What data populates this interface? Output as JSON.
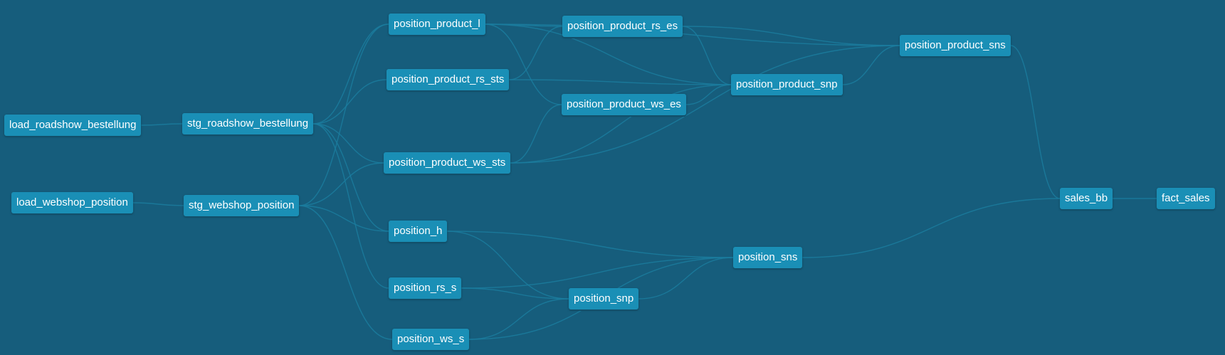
{
  "nodes": [
    {
      "id": "load_roadshow_bestellung",
      "label": "load_roadshow_bestellung"
    },
    {
      "id": "load_webshop_position",
      "label": "load_webshop_position"
    },
    {
      "id": "stg_roadshow_bestellung",
      "label": "stg_roadshow_bestellung"
    },
    {
      "id": "stg_webshop_position",
      "label": "stg_webshop_position"
    },
    {
      "id": "position_product_l",
      "label": "position_product_l"
    },
    {
      "id": "position_product_rs_sts",
      "label": "position_product_rs_sts"
    },
    {
      "id": "position_product_ws_sts",
      "label": "position_product_ws_sts"
    },
    {
      "id": "position_h",
      "label": "position_h"
    },
    {
      "id": "position_rs_s",
      "label": "position_rs_s"
    },
    {
      "id": "position_ws_s",
      "label": "position_ws_s"
    },
    {
      "id": "position_product_rs_es",
      "label": "position_product_rs_es"
    },
    {
      "id": "position_product_ws_es",
      "label": "position_product_ws_es"
    },
    {
      "id": "position_snp",
      "label": "position_snp"
    },
    {
      "id": "position_product_snp",
      "label": "position_product_snp"
    },
    {
      "id": "position_sns",
      "label": "position_sns"
    },
    {
      "id": "position_product_sns",
      "label": "position_product_sns"
    },
    {
      "id": "sales_bb",
      "label": "sales_bb"
    },
    {
      "id": "fact_sales",
      "label": "fact_sales"
    }
  ],
  "edges": [
    [
      "load_roadshow_bestellung",
      "stg_roadshow_bestellung"
    ],
    [
      "load_webshop_position",
      "stg_webshop_position"
    ],
    [
      "stg_roadshow_bestellung",
      "position_product_l"
    ],
    [
      "stg_roadshow_bestellung",
      "position_product_rs_sts"
    ],
    [
      "stg_roadshow_bestellung",
      "position_product_ws_sts"
    ],
    [
      "stg_roadshow_bestellung",
      "position_h"
    ],
    [
      "stg_roadshow_bestellung",
      "position_rs_s"
    ],
    [
      "stg_webshop_position",
      "position_product_l"
    ],
    [
      "stg_webshop_position",
      "position_product_ws_sts"
    ],
    [
      "stg_webshop_position",
      "position_h"
    ],
    [
      "stg_webshop_position",
      "position_ws_s"
    ],
    [
      "position_product_l",
      "position_product_rs_es"
    ],
    [
      "position_product_l",
      "position_product_ws_es"
    ],
    [
      "position_product_l",
      "position_product_snp"
    ],
    [
      "position_product_l",
      "position_product_sns"
    ],
    [
      "position_product_rs_sts",
      "position_product_rs_es"
    ],
    [
      "position_product_rs_sts",
      "position_product_snp"
    ],
    [
      "position_product_ws_sts",
      "position_product_ws_es"
    ],
    [
      "position_product_ws_sts",
      "position_product_snp"
    ],
    [
      "position_product_ws_sts",
      "position_product_sns"
    ],
    [
      "position_product_rs_es",
      "position_product_snp"
    ],
    [
      "position_product_rs_es",
      "position_product_sns"
    ],
    [
      "position_product_ws_es",
      "position_product_snp"
    ],
    [
      "position_product_snp",
      "position_product_sns"
    ],
    [
      "position_h",
      "position_snp"
    ],
    [
      "position_h",
      "position_sns"
    ],
    [
      "position_rs_s",
      "position_snp"
    ],
    [
      "position_rs_s",
      "position_sns"
    ],
    [
      "position_ws_s",
      "position_snp"
    ],
    [
      "position_ws_s",
      "position_sns"
    ],
    [
      "position_snp",
      "position_sns"
    ],
    [
      "position_product_sns",
      "sales_bb"
    ],
    [
      "position_sns",
      "sales_bb"
    ],
    [
      "sales_bb",
      "fact_sales"
    ]
  ]
}
